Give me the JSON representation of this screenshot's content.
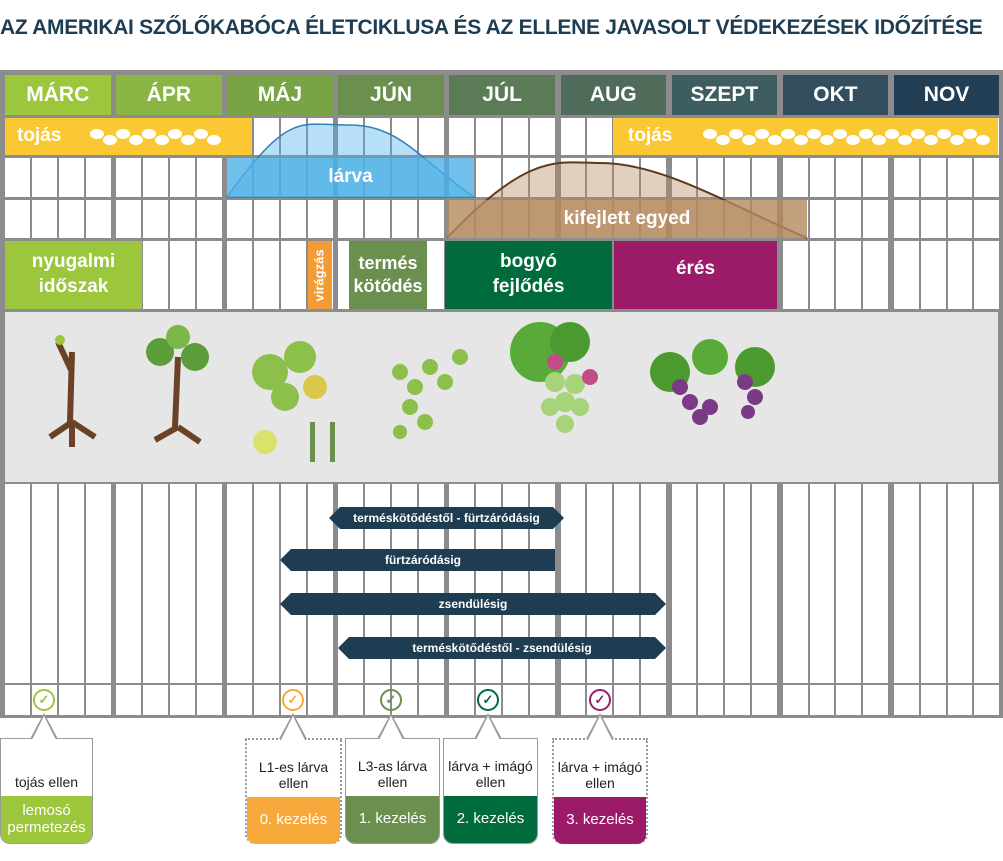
{
  "title": "AZ AMERIKAI SZŐLŐKABÓCA ÉLETCIKLUSA ÉS AZ ELLENE JAVASOLT VÉDEKEZÉSEK IDŐZÍTÉSE",
  "months": [
    {
      "label": "MÁRC",
      "color": "#9cc63c"
    },
    {
      "label": "ÁPR",
      "color": "#8ab443"
    },
    {
      "label": "MÁJ",
      "color": "#79a446"
    },
    {
      "label": "JÚN",
      "color": "#6a8f4e"
    },
    {
      "label": "JÚL",
      "color": "#5b7b56"
    },
    {
      "label": "AUG",
      "color": "#4f6c5b"
    },
    {
      "label": "SZEPT",
      "color": "#3e5d60"
    },
    {
      "label": "OKT",
      "color": "#334e5e"
    },
    {
      "label": "NOV",
      "color": "#223e55"
    }
  ],
  "lifecycle": {
    "egg1": "tojás",
    "egg2": "tojás",
    "larva": "lárva",
    "adult": "kifejlett egyed"
  },
  "phenology": {
    "dormant": "nyugalmi időszak",
    "flowering": "virágzás",
    "fruitset": "termés kötődés",
    "berry": "bogyó fejlődés",
    "ripening": "érés"
  },
  "arrows": [
    "terméskötődéstől - fürtzáródásig",
    "fürtzáródásig",
    "zsendülésig",
    "terméskötődéstől - zsendülésig"
  ],
  "treatments": [
    {
      "target": "tojás ellen",
      "action": "lemosó permetezés",
      "color": "#9cc63c"
    },
    {
      "target": "L1-es lárva ellen",
      "action": "0. kezelés",
      "color": "#f7a83a"
    },
    {
      "target": "L3-as lárva ellen",
      "action": "1. kezelés",
      "color": "#6a8f4e"
    },
    {
      "target": "lárva + imágó ellen",
      "action": "2. kezelés",
      "color": "#006b3c"
    },
    {
      "target": "lárva + imágó ellen",
      "action": "3. kezelés",
      "color": "#9b1b68"
    }
  ],
  "check_icon": "✓"
}
